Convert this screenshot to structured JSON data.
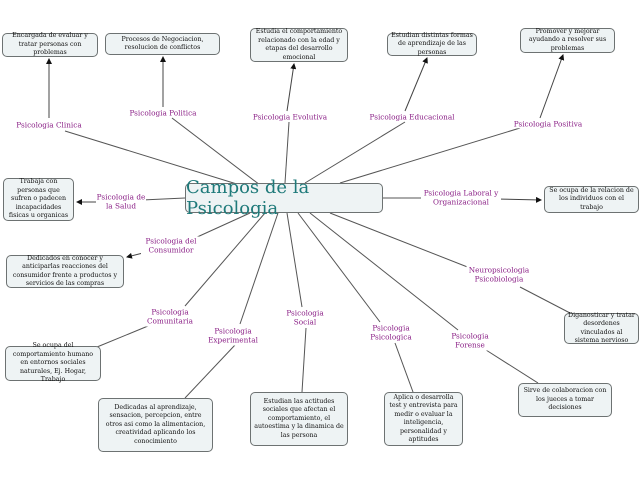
{
  "title": "Campos de la Psicologia",
  "branches": [
    {
      "id": "clinica",
      "label": "Psicologia Clinica",
      "desc": "Encargada de evaluar y tratar personas con problemas"
    },
    {
      "id": "politica",
      "label": "Psicologia Politica",
      "desc": "Procesos de Negociacion, resolucion de conflictos"
    },
    {
      "id": "evolutiva",
      "label": "Psicologia Evolutiva",
      "desc": "Estudia el comportamiento relacionado con la edad y etapas del desarrollo emocional"
    },
    {
      "id": "educacional",
      "label": "Psicologia Educacional",
      "desc": "Estudian distintas formas de aprendizaje de las personas"
    },
    {
      "id": "positiva",
      "label": "Psicologia Positiva",
      "desc": "Promover y mejorar ayudando a resolver sus problemas"
    },
    {
      "id": "salud",
      "label": "Psicologia de la Salud",
      "desc": "Trabaja con personas que sufren o padecen incapacidades fisicas u organicas"
    },
    {
      "id": "consumidor",
      "label": "Psicologia del Consumidor",
      "desc": "Dedicados en conocer y anticiparlas reacciones del consumidor frente a productos y servicios de las compras"
    },
    {
      "id": "laboral",
      "label": "Psicologia Laboral y Organizacional",
      "desc": "Se ocupa de la relacion de los individuos con el trabajo"
    },
    {
      "id": "neuro",
      "label": "Neuropsicologia Psicobiologia",
      "desc": "Diganosticar y tratar desordenes vinculados al sistema nervioso"
    },
    {
      "id": "comunitaria",
      "label": "Psicologia Comunitaria",
      "desc": "Se ocupa del comportamiento humano en entornos sociales naturales, Ej. Hogar, Trabajo"
    },
    {
      "id": "experimental",
      "label": "Psicologia Experimental",
      "desc": "Dedicadas al aprendizaje, sensacion, percepcion, entre otros asi como la alimentacion, creatividad aplicando los conocimiento"
    },
    {
      "id": "social",
      "label": "Psicologia Social",
      "desc": "Estudian las actitudes sociales que afectan el comportamiento, el autoestima y la dinamica de las persona"
    },
    {
      "id": "psicologica",
      "label": "Psicologia Psicologica",
      "desc": "Aplica o desarrolla test y entrevista para medir o evaluar la inteligencia, personalidad y aptitudes"
    },
    {
      "id": "forense",
      "label": "Psicologia Forense",
      "desc": "Sirve de colaboracion con los jueces a tomar decisiones"
    }
  ]
}
